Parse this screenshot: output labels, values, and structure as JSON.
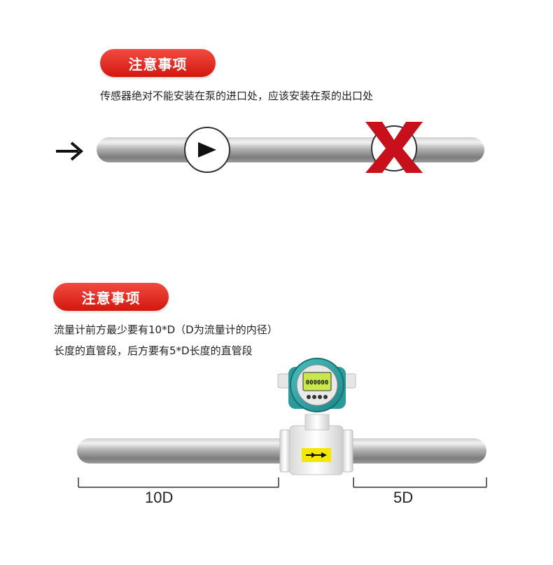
{
  "section1": {
    "badge": "注意事项",
    "note": "传感器绝对不能安装在泵的进口处，应该安装在泵的出口处"
  },
  "section2": {
    "badge": "注意事项",
    "line1": "流量计前方最少要有10*D（D为流量计的内径）",
    "line2": "长度的直管段，后方要有5*D长度的直管段",
    "upstream_label": "10D",
    "downstream_label": "5D",
    "display_reading": "000000"
  },
  "colors": {
    "badge_red": "#e02a20",
    "cross_red": "#c8101c",
    "meter_teal": "#2fa3a3",
    "label_yellow": "#f5e800"
  }
}
